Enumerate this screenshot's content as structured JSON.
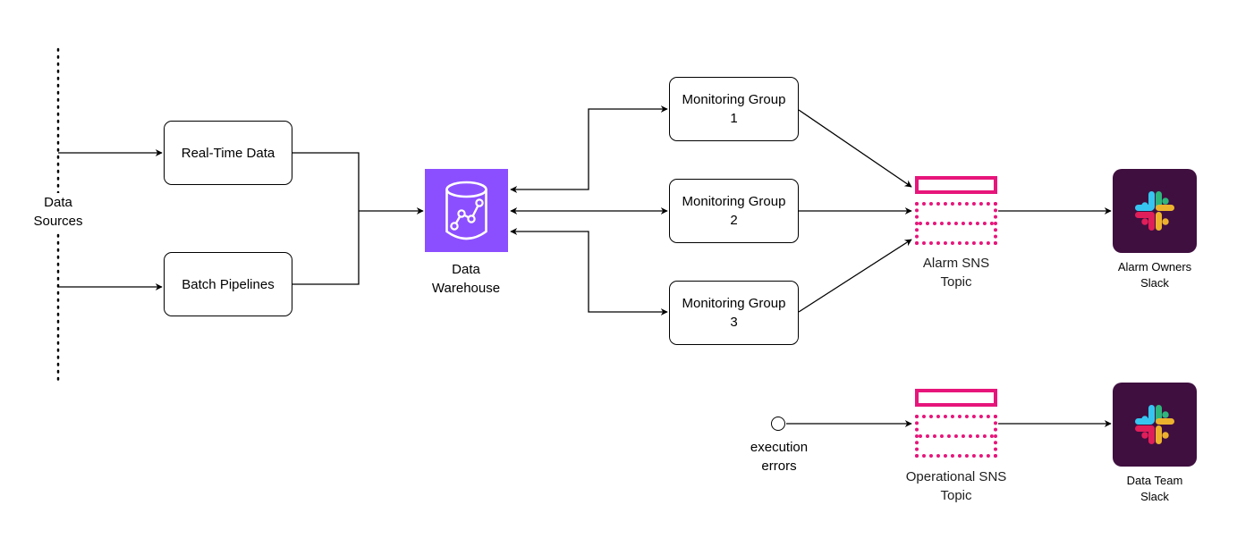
{
  "sources": {
    "label_line1": "Data",
    "label_line2": "Sources",
    "realtime": "Real-Time Data",
    "batch": "Batch Pipelines"
  },
  "warehouse": {
    "icon": "data-warehouse-icon",
    "color": "#8c4fff",
    "label_line1": "Data",
    "label_line2": "Warehouse"
  },
  "monitoring_groups": [
    {
      "line1": "Monitoring Group",
      "line2": "1"
    },
    {
      "line1": "Monitoring Group",
      "line2": "2"
    },
    {
      "line1": "Monitoring Group",
      "line2": "3"
    }
  ],
  "alarm_sns": {
    "icon": "sns-topic-icon",
    "color": "#e7157b",
    "label_line1": "Alarm SNS",
    "label_line2": "Topic"
  },
  "operational_sns": {
    "icon": "sns-topic-icon",
    "color": "#e7157b",
    "label_line1": "Operational SNS",
    "label_line2": "Topic"
  },
  "alarm_slack": {
    "icon": "slack-icon",
    "color": "#3f0f3f",
    "label_line1": "Alarm Owners",
    "label_line2": "Slack"
  },
  "data_team_slack": {
    "icon": "slack-icon",
    "color": "#3f0f3f",
    "label_line1": "Data Team",
    "label_line2": "Slack"
  },
  "execution_errors": {
    "label_line1": "execution",
    "label_line2": "errors"
  }
}
